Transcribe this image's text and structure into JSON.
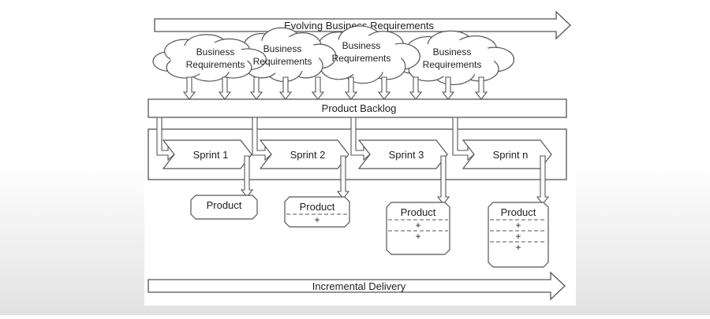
{
  "diagram": {
    "top_arrow_label": "Evolving Business Requirements",
    "cloud_labels": [
      {
        "line1": "Business",
        "line2": "Requirements"
      },
      {
        "line1": "Business",
        "line2": "Requirements"
      },
      {
        "line1": "Business",
        "line2": "Requirements"
      },
      {
        "line1": "Business",
        "line2": "Requirements"
      }
    ],
    "backlog_label": "Product Backlog",
    "sprints": [
      "Sprint 1",
      "Sprint 2",
      "Sprint 3",
      "Sprint n"
    ],
    "products": [
      {
        "label": "Product",
        "plus": []
      },
      {
        "label": "Product",
        "plus": [
          "+"
        ]
      },
      {
        "label": "Product",
        "plus": [
          "+",
          "+"
        ]
      },
      {
        "label": "Product",
        "plus": [
          "+",
          "+",
          "+"
        ]
      }
    ],
    "bottom_arrow_label": "Incremental Delivery"
  },
  "colors": {
    "line": "#555555",
    "fill": "#ffffff",
    "text": "#222222",
    "page_panel": "#ffffff"
  }
}
